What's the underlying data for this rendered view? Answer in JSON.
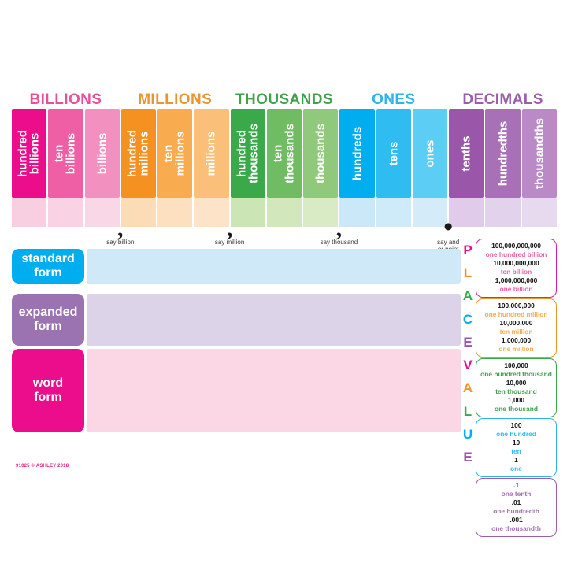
{
  "poster": {
    "copyright": "91025 © ASHLEY 2018"
  },
  "groups": [
    {
      "label": "BILLIONS",
      "color": "#e8519a"
    },
    {
      "label": "MILLIONS",
      "color": "#e8962f"
    },
    {
      "label": "THOUSANDS",
      "color": "#41a14b"
    },
    {
      "label": "ONES",
      "color": "#2eb3ea"
    },
    {
      "label": "DECIMALS",
      "color": "#9a5fa8"
    }
  ],
  "columns": [
    {
      "name": "hundred billions",
      "lines": [
        "hundred",
        "billions"
      ],
      "color": "#ec0d8c",
      "fade": "#f8cfe0"
    },
    {
      "name": "ten billions",
      "lines": [
        "ten",
        "billions"
      ],
      "color": "#ef5fa5",
      "fade": "#f9d3e3"
    },
    {
      "name": "billions",
      "lines": [
        "billions"
      ],
      "color": "#f291bf",
      "fade": "#fad7e6"
    },
    {
      "name": "hundred millions",
      "lines": [
        "hundred",
        "millions"
      ],
      "color": "#f59120",
      "fade": "#fcdcb6"
    },
    {
      "name": "ten millions",
      "lines": [
        "ten",
        "millions"
      ],
      "color": "#f8ab4f",
      "fade": "#fde0bf"
    },
    {
      "name": "millions",
      "lines": [
        "millions"
      ],
      "color": "#fabf79",
      "fade": "#fde4c8"
    },
    {
      "name": "hundred thousands",
      "lines": [
        "hundred",
        "thousands"
      ],
      "color": "#3aa949",
      "fade": "#cbe5b4"
    },
    {
      "name": "ten thousands",
      "lines": [
        "ten",
        "thousands"
      ],
      "color": "#6fbc63",
      "fade": "#d2e7bb"
    },
    {
      "name": "thousands",
      "lines": [
        "thousands"
      ],
      "color": "#90c97c",
      "fade": "#d8ebc4"
    },
    {
      "name": "hundreds",
      "lines": [
        "hundreds"
      ],
      "color": "#00aeef",
      "fade": "#cbe8f8"
    },
    {
      "name": "tens",
      "lines": [
        "tens"
      ],
      "color": "#2fbdf1",
      "fade": "#cfeaf9"
    },
    {
      "name": "ones",
      "lines": [
        "ones"
      ],
      "color": "#5ccdf4",
      "fade": "#d4ecfa"
    },
    {
      "name": "tenths",
      "lines": [
        "tenths"
      ],
      "color": "#9a56a8",
      "fade": "#e0ccea"
    },
    {
      "name": "hundredths",
      "lines": [
        "hundredths"
      ],
      "color": "#a870b6",
      "fade": "#e3d2ec"
    },
    {
      "name": "thousandths",
      "lines": [
        "thousandths"
      ],
      "color": "#b98ac6",
      "fade": "#e7daef"
    }
  ],
  "markers": [
    {
      "glyph": ",",
      "caption": "say billion",
      "caption_lines": [
        "say billion"
      ],
      "after_column": 2
    },
    {
      "glyph": ",",
      "caption": "say million",
      "caption_lines": [
        "say million"
      ],
      "after_column": 5
    },
    {
      "glyph": ",",
      "caption": "say thousand",
      "caption_lines": [
        "say thousand"
      ],
      "after_column": 8
    },
    {
      "glyph": "•",
      "caption": "say and or point",
      "caption_lines": [
        "say and",
        "or point"
      ],
      "after_column": 11
    }
  ],
  "form_rows": [
    {
      "lines": [
        "standard",
        "form"
      ],
      "tag_color": "#00aeef",
      "band_color": "#cfe9f9"
    },
    {
      "lines": [
        "expanded",
        "form"
      ],
      "tag_color": "#9b73b0",
      "band_color": "#dcd3e8"
    },
    {
      "lines": [
        "word",
        "form"
      ],
      "tag_color": "#ec0d8c",
      "band_color": "#fbd6e5"
    }
  ],
  "place_value_letters": [
    {
      "ch": "P",
      "color": "#ec0d8c"
    },
    {
      "ch": "L",
      "color": "#f59120"
    },
    {
      "ch": "A",
      "color": "#3aa949"
    },
    {
      "ch": "C",
      "color": "#00aeef"
    },
    {
      "ch": "E",
      "color": "#9a56a8"
    },
    {
      "ch": "V",
      "color": "#ec0d8c"
    },
    {
      "ch": "A",
      "color": "#f59120"
    },
    {
      "ch": "L",
      "color": "#3aa949"
    },
    {
      "ch": "U",
      "color": "#00aeef"
    },
    {
      "ch": "E",
      "color": "#9a56a8"
    }
  ],
  "legend_boxes": [
    {
      "border": "#d6219a",
      "word_color": "#ef5fa5",
      "rows": [
        {
          "num": "100,000,000,000",
          "word": "one hundred billion"
        },
        {
          "num": "10,000,000,000",
          "word": "ten billion"
        },
        {
          "num": "1,000,000,000",
          "word": "one billion"
        }
      ]
    },
    {
      "border": "#e8962f",
      "word_color": "#f8ab4f",
      "rows": [
        {
          "num": "100,000,000",
          "word": "one hundred million"
        },
        {
          "num": "10,000,000",
          "word": "ten million"
        },
        {
          "num": "1,000,000",
          "word": "one million"
        }
      ]
    },
    {
      "border": "#3aa949",
      "word_color": "#41a14b",
      "rows": [
        {
          "num": "100,000",
          "word": "one hundred thousand"
        },
        {
          "num": "10,000",
          "word": "ten thousand"
        },
        {
          "num": "1,000",
          "word": "one thousand"
        }
      ]
    },
    {
      "border": "#2eb3ea",
      "word_color": "#2fbdf1",
      "rows": [
        {
          "num": "100",
          "word": "one hundred"
        },
        {
          "num": "10",
          "word": "ten"
        },
        {
          "num": "1",
          "word": "one"
        }
      ]
    },
    {
      "border": "#9a5fa8",
      "word_color": "#a870b6",
      "rows": [
        {
          "num": ".1",
          "word": "one tenth"
        },
        {
          "num": ".01",
          "word": "one hundredth"
        },
        {
          "num": ".001",
          "word": "one thousandth"
        }
      ]
    }
  ]
}
